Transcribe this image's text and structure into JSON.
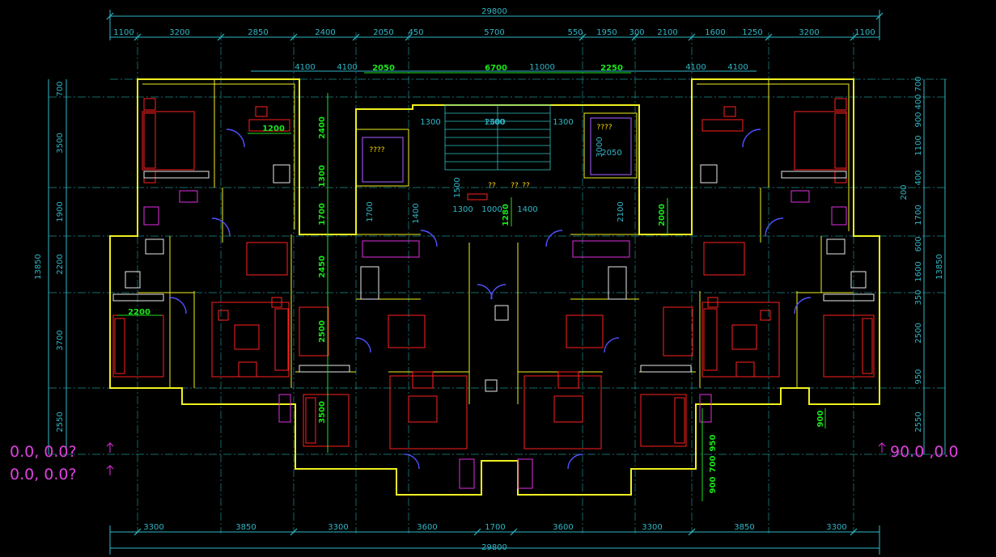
{
  "drawing": {
    "background": "#000000",
    "colors": {
      "dimension": "#2fb8c8",
      "green_dimension": "#19e619",
      "wall": "#f0f020",
      "furniture": "#ff2020",
      "fixture": "#e030e0",
      "door": "#5050ff",
      "coordinate": "#e040e0",
      "tag": "#ffd800"
    },
    "overall_top": "29800",
    "overall_bottom": "29800",
    "top_dims_row1": [
      "1100",
      "3200",
      "2850",
      "2400",
      "2050",
      "450",
      "5700",
      "550",
      "1950",
      "300",
      "2100",
      "1600",
      "1250",
      "3200",
      "1100"
    ],
    "top_dims_row2": [
      "4100",
      "4100",
      "2050",
      "6700",
      "11000",
      "2250",
      "4100",
      "4100"
    ],
    "bottom_dims": [
      "3300",
      "3850",
      "3300",
      "3600",
      "1700",
      "3600",
      "3300",
      "3850",
      "3300"
    ],
    "left_total": "13850",
    "left_dims": [
      "700",
      "3500",
      "1900",
      "2200",
      "3700",
      "2550"
    ],
    "right_total": "13850",
    "right_dims": [
      "700",
      "400",
      "900",
      "1100",
      "400",
      "200",
      "1700",
      "600",
      "1600",
      "350",
      "2500",
      "950",
      "2550"
    ],
    "inner_green": [
      "2400",
      "1300",
      "1700",
      "2450",
      "2500",
      "3500",
      "1280",
      "2000",
      "1200",
      "2200",
      "900",
      "950",
      "700",
      "900"
    ],
    "stair_dims": [
      "1300",
      "1300",
      "1300",
      "1400",
      "1700",
      "1400",
      "1300",
      "1000",
      "1400",
      "2100",
      "2050",
      "2600",
      "1500",
      "3000"
    ],
    "tags": [
      "????",
      "????",
      "??",
      "??",
      "??"
    ],
    "coords_left": [
      "0.0, 0.0?",
      "0.0, 0.0?"
    ],
    "coords_right": "90.0 ,0.0"
  }
}
